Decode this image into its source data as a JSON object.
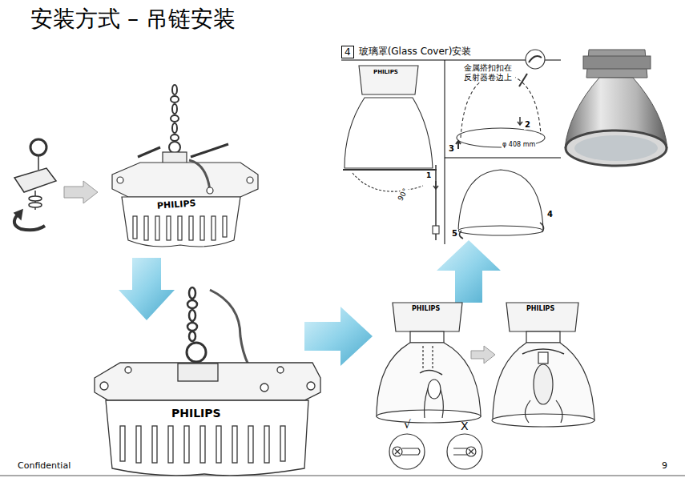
{
  "diagram": {
    "title": "安装方式 – 吊链安装",
    "nodes": [
      {
        "text": [
          "4",
          "玻璃罩(Glass Cover)安装"
        ]
      }
    ],
    "labels": [
      "PHILIPS",
      "PHILIPS",
      "PHILIPS",
      "金属搭扣扣在 反射器卷边上",
      "2",
      "3",
      "φ 408 mm",
      "1",
      "90°",
      "4",
      "5",
      "PHILIPS",
      "PHILIPS",
      "√",
      "X",
      "Confidential",
      "9"
    ]
  }
}
